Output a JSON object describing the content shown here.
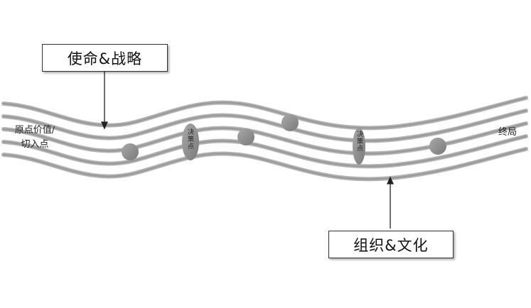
{
  "diagram": {
    "mission_box": "使命&战略",
    "org_box": "组织&文化",
    "start_label_line1": "原点价值/",
    "start_label_line2": "切入点",
    "end_label": "终局",
    "decision_point_1": "决策点",
    "decision_point_2": "决策点"
  },
  "colors": {
    "band": "#9a9a9a",
    "node": "#8c8c8c",
    "outline": "#333333"
  }
}
